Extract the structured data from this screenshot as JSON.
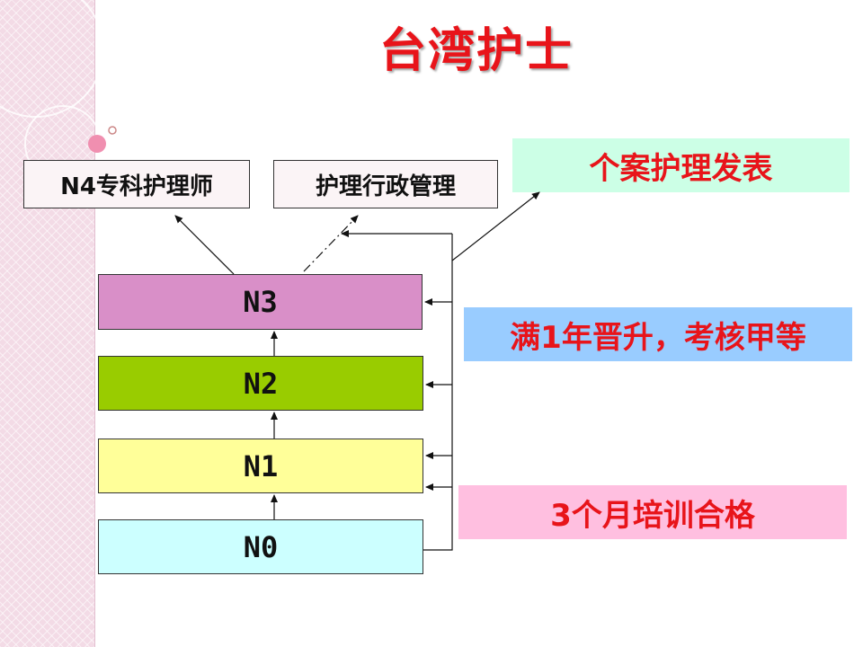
{
  "title": "台湾护士",
  "top_boxes": {
    "specialist": "N4专科护理师",
    "admin": "护理行政管理"
  },
  "levels": {
    "n3": {
      "label": "N3",
      "color": "#d98fc8"
    },
    "n2": {
      "label": "N2",
      "color": "#99cc00"
    },
    "n1": {
      "label": "N1",
      "color": "#ffff99"
    },
    "n0": {
      "label": "N0",
      "color": "#ccffff"
    }
  },
  "criteria": {
    "case_report": {
      "text": "个案护理发表",
      "bg": "#ccffe6"
    },
    "promotion": {
      "text": "满1年晋升，考核甲等",
      "bg": "#99ccff"
    },
    "training": {
      "text": "3个月培训合格",
      "bg": "#ffbfe0"
    }
  }
}
